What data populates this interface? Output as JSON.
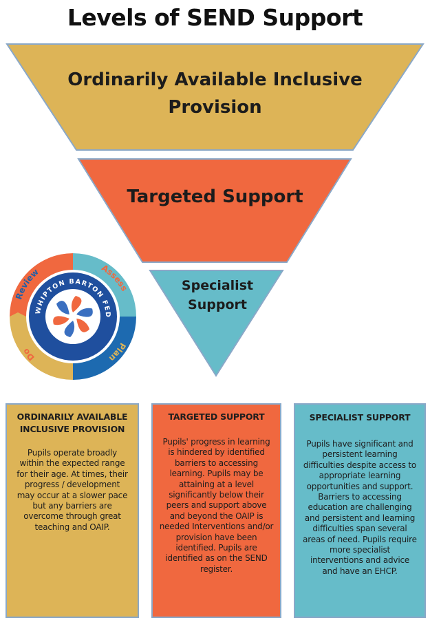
{
  "page": {
    "title": "Levels of SEND Support"
  },
  "funnel": {
    "tiers": [
      {
        "label": "Ordinarily Available Inclusive Provision",
        "color": "#ddb457"
      },
      {
        "label": "Targeted Support",
        "color": "#f0683f"
      },
      {
        "label": "Specialist Support",
        "color": "#66bcc9"
      }
    ],
    "outline_color": "#8aa8c8"
  },
  "cycle": {
    "ring_text": "WHIPTON BARTON FEDERATION",
    "stages": [
      {
        "label": "Review",
        "color": "#f0683f",
        "text_color": "#1f5fa8"
      },
      {
        "label": "Assess",
        "color": "#66bcc9",
        "text_color": "#f0683f"
      },
      {
        "label": "Plan",
        "color": "#1d6ab0",
        "text_color": "#ddb457"
      },
      {
        "label": "Do",
        "color": "#ddb457",
        "text_color": "#f0683f"
      }
    ]
  },
  "boxes": [
    {
      "heading": "ORDINARILY AVAILABLE INCLUSIVE PROVISION",
      "lines": [
        "Pupils operate broadly",
        "within the expected range",
        "for their age. At times, their",
        "progress / development",
        "may occur at a slower pace",
        "but any barriers are",
        "overcome through great",
        "teaching and OAIP."
      ]
    },
    {
      "heading": "TARGETED SUPPORT",
      "lines": [
        "Pupils' progress in learning",
        "is hindered by identified",
        "barriers to accessing",
        "learning. Pupils may be",
        "attaining at a level",
        "significantly below their",
        "peers and support above",
        "and beyond the OAIP is",
        "needed Interventions and/or",
        "provision have been",
        "identified. Pupils are",
        "identified as on the SEND",
        "register."
      ]
    },
    {
      "heading": "SPECIALIST SUPPORT",
      "lines": [
        "Pupils have significant and",
        "persistent learning",
        "difficulties despite access to",
        "appropriate learning",
        "opportunities and support.",
        "Barriers to accessing",
        "education are challenging",
        "and persistent and learning",
        "difficulties span several",
        "areas of need. Pupils require",
        "more specialist",
        "interventions and advice",
        "and have an EHCP."
      ]
    }
  ]
}
